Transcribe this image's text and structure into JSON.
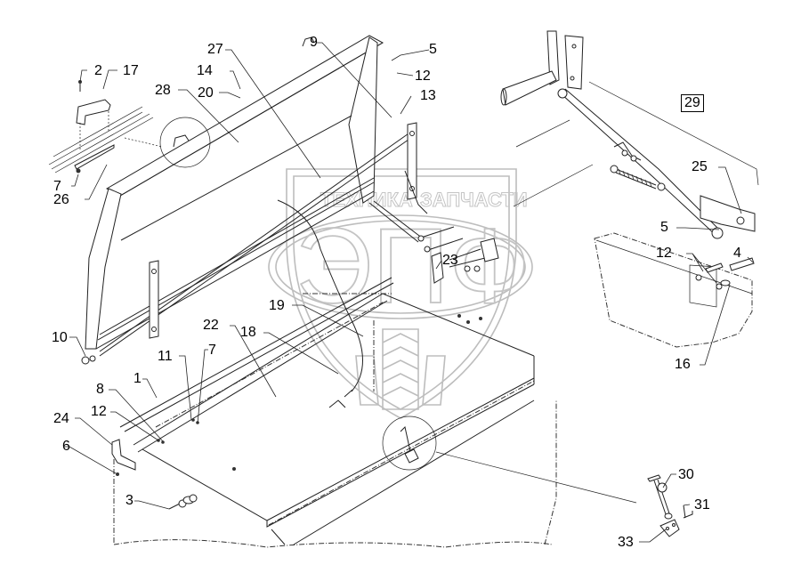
{
  "diagram": {
    "type": "exploded-parts-view",
    "subject": "Hinged lid / cover assembly with handle, linkage and latch",
    "watermark": {
      "top_text": "ТЕХНИКА",
      "top_text_right": "ЗАПЧАСТИ",
      "logo_text": "ЭПФ"
    },
    "callouts": [
      {
        "id": "c2",
        "label": "2"
      },
      {
        "id": "c17",
        "label": "17"
      },
      {
        "id": "c28",
        "label": "28"
      },
      {
        "id": "c27",
        "label": "27"
      },
      {
        "id": "c14",
        "label": "14"
      },
      {
        "id": "c20",
        "label": "20"
      },
      {
        "id": "c9",
        "label": "9"
      },
      {
        "id": "c5a",
        "label": "5"
      },
      {
        "id": "c12a",
        "label": "12"
      },
      {
        "id": "c13",
        "label": "13"
      },
      {
        "id": "c7a",
        "label": "7"
      },
      {
        "id": "c26",
        "label": "26"
      },
      {
        "id": "c29",
        "label": "29",
        "boxed": true
      },
      {
        "id": "c25",
        "label": "25"
      },
      {
        "id": "c5b",
        "label": "5"
      },
      {
        "id": "c12b",
        "label": "12"
      },
      {
        "id": "c4",
        "label": "4"
      },
      {
        "id": "c16",
        "label": "16"
      },
      {
        "id": "c23",
        "label": "23"
      },
      {
        "id": "c19",
        "label": "19"
      },
      {
        "id": "c22",
        "label": "22"
      },
      {
        "id": "c18",
        "label": "18"
      },
      {
        "id": "c10",
        "label": "10"
      },
      {
        "id": "c11",
        "label": "11"
      },
      {
        "id": "c7b",
        "label": "7"
      },
      {
        "id": "c1",
        "label": "1"
      },
      {
        "id": "c8",
        "label": "8"
      },
      {
        "id": "c12c",
        "label": "12"
      },
      {
        "id": "c24",
        "label": "24"
      },
      {
        "id": "c6",
        "label": "6"
      },
      {
        "id": "c3",
        "label": "3"
      },
      {
        "id": "c30",
        "label": "30"
      },
      {
        "id": "c31",
        "label": "31"
      },
      {
        "id": "c33",
        "label": "33"
      }
    ]
  }
}
